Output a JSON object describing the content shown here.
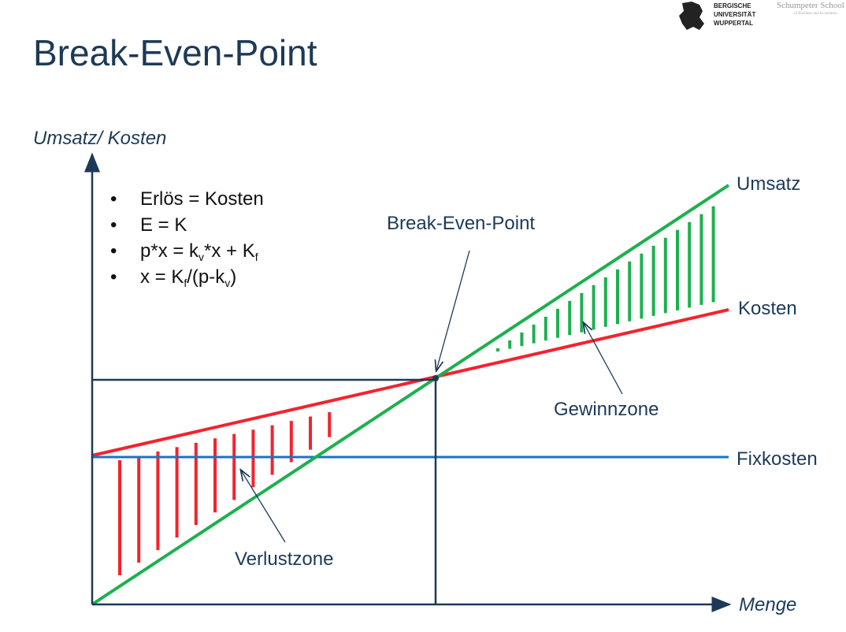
{
  "title": "Break-Even-Point",
  "logo": {
    "university": [
      "BERGISCHE",
      "UNIVERSITÄT",
      "WUPPERTAL"
    ],
    "school": "Schumpeter School",
    "school_sub": "of Business and Economics"
  },
  "axes": {
    "y_label": "Umsatz/ Kosten",
    "x_label": "Menge"
  },
  "bullets": [
    {
      "text": "Erlös = Kosten"
    },
    {
      "text": "E = K"
    },
    {
      "parts": [
        "p*x = k",
        "v",
        "*x + K",
        "f"
      ]
    },
    {
      "parts": [
        "x = K",
        "f",
        "/(p-k",
        "v",
        ")"
      ]
    }
  ],
  "lines": {
    "umsatz": {
      "label": "Umsatz",
      "color": "#1db04f"
    },
    "kosten": {
      "label": "Kosten",
      "color": "#f5222d"
    },
    "fixkosten": {
      "label": "Fixkosten",
      "color": "#1a74c4"
    }
  },
  "annotations": {
    "break_even": "Break-Even-Point",
    "gewinnzone": "Gewinnzone",
    "verlustzone": "Verlustzone"
  },
  "colors": {
    "text": "#1c3a57",
    "axis": "#1c3a57",
    "loss": "#f5222d",
    "profit": "#1db04f"
  }
}
